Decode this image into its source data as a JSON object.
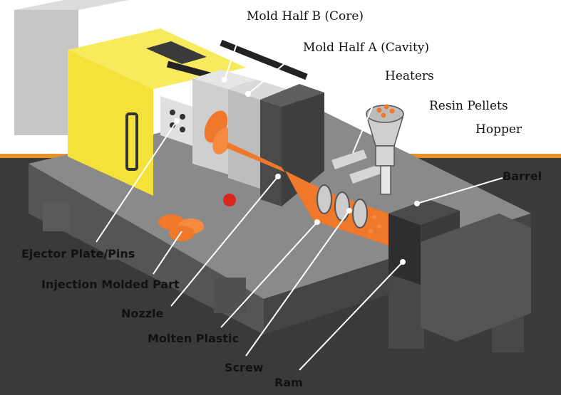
{
  "labels": {
    "mold_half_b": "Mold Half B (Core)",
    "mold_half_a": "Mold Half A (Cavity)",
    "heaters": "Heaters",
    "resin_pellets": "Resin Pellets",
    "hopper": "Hopper",
    "barrel": "Barrel",
    "ejector": "Ejector Plate/Pins",
    "molded_part": "Injection Molded Part",
    "nozzle": "Nozzle",
    "molten_plastic": "Molten Plastic",
    "screw": "Screw",
    "ram": "Ram"
  },
  "colors": {
    "floor": "#3a3a3a",
    "floor_edge": "#e8922a",
    "machine_dark": "#4a4a4a",
    "machine_mid": "#7a7a7a",
    "machine_light": "#b8b8b8",
    "clamp_yellow": "#f4e23a",
    "molten_orange": "#f0782a",
    "indicator_red": "#d8281e"
  }
}
